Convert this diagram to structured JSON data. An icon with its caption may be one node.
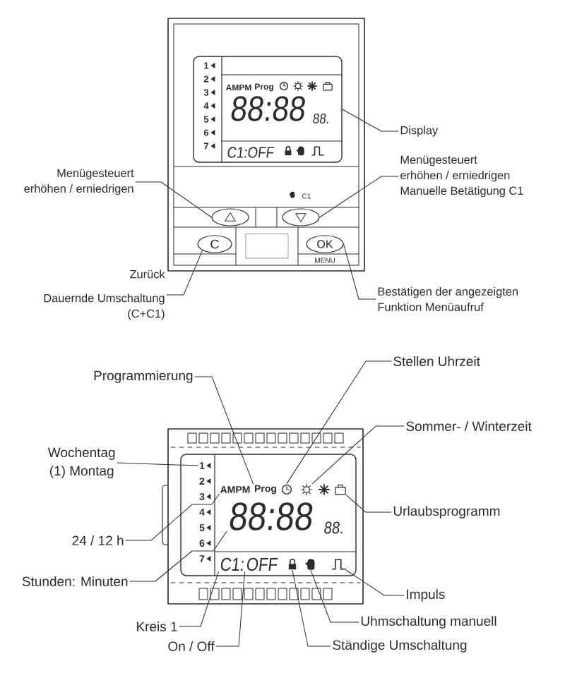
{
  "diagram": {
    "nodes": [
      {
        "text": [],
        "shape": "box"
      },
      {
        "text": [
          "Display"
        ]
      },
      {
        "text": [
          "Menügesteuert erhöhen / erniedrigen"
        ]
      },
      {
        "text": [
          "Menügesteuert erhöhen / erniedrigen",
          "Manuelle Betätigung C1"
        ]
      },
      {
        "text": [],
        "shape": "ellipse"
      },
      {
        "text": [],
        "shape": "ellipse"
      },
      {
        "text": [
          "C"
        ]
      },
      {
        "text": [
          "OK"
        ],
        "beside": [
          "MENU"
        ]
      },
      {
        "text": [
          "Zurück",
          "Dauernde Umschaltung (C+C1)"
        ]
      },
      {
        "text": [
          "Bestätigen der angezeigten Funktion Menüaufruf"
        ]
      },
      {
        "text": [
          "Stellen Uhrzeit"
        ]
      },
      {
        "text": [
          "Programmierung"
        ]
      },
      {
        "text": [
          "Sommer- / Winterzeit"
        ]
      },
      {
        "text": [
          "Wochentag (1) Montag"
        ]
      },
      {
        "text": [],
        "shape": "box"
      },
      {
        "text": [
          "1"
        ],
        "in": 14
      },
      {
        "text": [
          "AMPM"
        ],
        "in": 14
      },
      {
        "text": [
          "Prog"
        ],
        "in": 14
      },
      {
        "text": [],
        "shape": "clock",
        "in": 14
      },
      {
        "text": [],
        "shape": "sun",
        "in": 14
      },
      {
        "text": [],
        "shape": "suitcase",
        "in": 14
      },
      {
        "text": [
          "88:88"
        ],
        "in": 14
      },
      {
        "text": [
          "C1:"
        ],
        "in": 14
      },
      {
        "text": [
          "OFF"
        ],
        "in": 14
      },
      {
        "text": [],
        "shape": "lock",
        "in": 14
      },
      {
        "text": [],
        "shape": "hand",
        "in": 14
      },
      {
        "text": [],
        "shape": "pulse",
        "in": 14
      },
      {
        "text": [
          "Urlaubsprogramm"
        ]
      },
      {
        "text": [
          "24 / 12 h"
        ]
      },
      {
        "text": [
          "Stunden: Minuten"
        ]
      },
      {
        "text": [
          "Impuls"
        ]
      },
      {
        "text": [
          "Kreis 1"
        ]
      },
      {
        "text": [
          "Uhmschaltung manuell"
        ]
      },
      {
        "text": [
          "On / Off"
        ]
      },
      {
        "text": [
          "Ständige Umschaltung"
        ]
      }
    ],
    "edges": [
      {
        "from": 1,
        "to": 0,
        "arrow": "none"
      },
      {
        "from": 2,
        "to": 4,
        "arrow": "none"
      },
      {
        "from": 3,
        "to": 5,
        "arrow": "none"
      },
      {
        "from": 8,
        "to": 6,
        "arrow": "none"
      },
      {
        "from": 9,
        "to": 7,
        "arrow": "none"
      },
      {
        "from": 10,
        "to": 18,
        "arrow": "none"
      },
      {
        "from": 11,
        "to": 17,
        "arrow": "none"
      },
      {
        "from": 12,
        "to": 19,
        "arrow": "none"
      },
      {
        "from": 13,
        "to": 15,
        "arrow": "none"
      },
      {
        "from": 27,
        "to": 20,
        "arrow": "none"
      },
      {
        "from": 28,
        "to": 16,
        "arrow": "none"
      },
      {
        "from": 29,
        "to": 21,
        "arrow": "none"
      },
      {
        "from": 30,
        "to": 26,
        "arrow": "none"
      },
      {
        "from": 31,
        "to": 22,
        "arrow": "none"
      },
      {
        "from": 32,
        "to": 25,
        "arrow": "none"
      },
      {
        "from": 33,
        "to": 23,
        "arrow": "none"
      },
      {
        "from": 34,
        "to": 24,
        "arrow": "none"
      }
    ],
    "labels": [
      "1",
      "2",
      "3",
      "4",
      "5",
      "6",
      "7",
      "AMPM",
      "Prog",
      "88:88",
      "88.",
      "C1:OFF",
      "C1",
      "2",
      "3",
      "4",
      "5",
      "6",
      "7",
      "88."
    ]
  }
}
